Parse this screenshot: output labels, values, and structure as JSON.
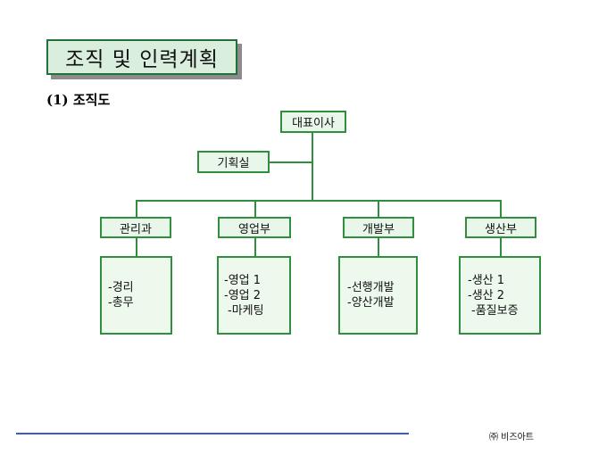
{
  "slide": {
    "title": "조직 및 인력계획",
    "subtitle": "(1) 조직도"
  },
  "org": {
    "ceo": "대표이사",
    "staff": "기획실",
    "departments": [
      {
        "name": "관리과",
        "items": [
          "-경리",
          "-총무"
        ]
      },
      {
        "name": "영업부",
        "items": [
          "-영업 1",
          "-영업 2",
          "-마케팅"
        ]
      },
      {
        "name": "개발부",
        "items": [
          "-선행개발",
          "-양산개발"
        ]
      },
      {
        "name": "생산부",
        "items": [
          "-생산 1",
          "-생산 2",
          "-품질보증"
        ]
      }
    ]
  },
  "footer": {
    "company": "㈜ 비즈아트"
  },
  "colors": {
    "line": "#2f8f3f",
    "box_fill": "#e9f7ea",
    "title_border": "#22703a",
    "footer_rule": "#3a5bc7"
  }
}
